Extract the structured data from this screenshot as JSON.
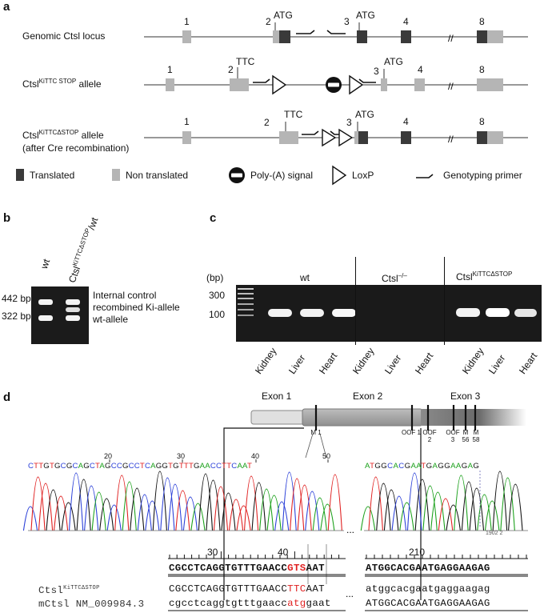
{
  "panel_labels": {
    "a": "a",
    "b": "b",
    "c": "c",
    "d": "d"
  },
  "panel_a": {
    "rows": [
      {
        "label": "Genomic Ctsl locus",
        "sup": "",
        "label2": ""
      },
      {
        "label": "Ctsl",
        "sup": "KiTTC STOP",
        "tail": " allele",
        "label2": ""
      },
      {
        "label": "Ctsl",
        "sup": "KiTTCΔSTOP",
        "tail": " allele",
        "label2": "(after Cre recombination)"
      }
    ],
    "exon_numbers": {
      "one": "1",
      "two": "2",
      "three": "3",
      "four": "4",
      "eight": "8"
    },
    "atg": "ATG",
    "ttc": "TTC",
    "break_mark": "//",
    "legend": {
      "translated": "Translated",
      "non_translated": "Non translated",
      "polya": "Poly-(A) signal",
      "loxp": "LoxP",
      "primer": "Genotyping primer"
    },
    "colors": {
      "translated": "#3a3a3a",
      "non_translated": "#b5b5b5"
    }
  },
  "panel_b": {
    "lane_wt": "wt",
    "lane_ki_prefix": "Ctsl",
    "lane_ki_sup": "KiTTCΔSTOP",
    "lane_ki_suffix": "/wt",
    "sizes": [
      "442 bp",
      "322 bp"
    ],
    "band_labels": [
      "Internal control",
      "recombined Ki-allele",
      "wt-allele"
    ]
  },
  "panel_c": {
    "unit": "(bp)",
    "markers": [
      "300",
      "100"
    ],
    "groups": [
      {
        "name": "wt",
        "sup": ""
      },
      {
        "name": "Ctsl",
        "sup": "–/–"
      },
      {
        "name": "Ctsl",
        "sup": "KiTTCΔSTOP"
      }
    ],
    "tissues": [
      "Kidney",
      "Liver",
      "Heart",
      "Kidney",
      "Liver",
      "Heart",
      "Kidney",
      "Liver",
      "Heart"
    ]
  },
  "panel_d": {
    "exons": [
      "Exon 1",
      "Exon 2",
      "Exon 3"
    ],
    "markers": [
      "M 1",
      "OOF 1",
      "OOF 2",
      "OOF 3",
      "M 56",
      "M 58"
    ],
    "pos_marks": [
      "20",
      "30",
      "40",
      "50"
    ],
    "trace_seq_left": "CTTGTGCGCAGCTAGCCGCCTCAGGTGTTTGAACCTTCAAT",
    "trace_seq_right": "ATGGCACGAATGAGGAAGAG",
    "ruler_left": [
      "30",
      "40"
    ],
    "ruler_right": "210",
    "trace_footer": "1902 2",
    "align": {
      "ref_left": "CGCCTCAGGTGTTTGAACCGTSAAT",
      "ref_right": "ATGGCACGAATGAGGAAGAG",
      "ki_label": "Ctsl",
      "ki_sup": "KiTTCΔSTOP",
      "ki_left": "CGCCTCAGGTGTTTGAACCTTCAAT",
      "ki_right": "atggcacgaatgaggaagag",
      "m_label": "mCtsl NM_009984.3",
      "m_left": "cgcctcaggtgtttgaaccatggaat",
      "m_right": "ATGGCACGAATGAGGAAGAG"
    }
  }
}
